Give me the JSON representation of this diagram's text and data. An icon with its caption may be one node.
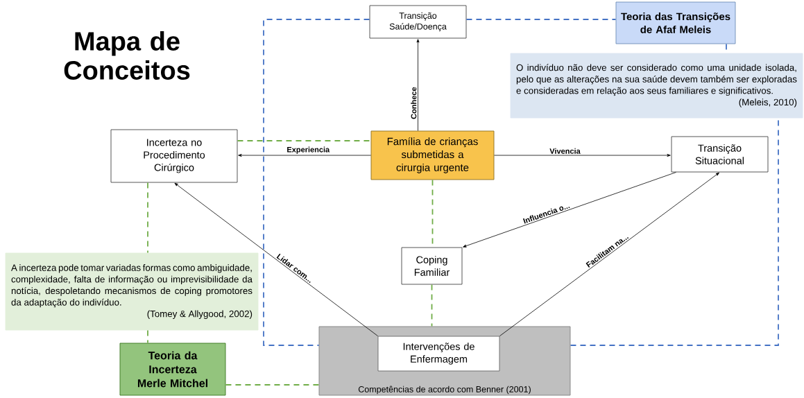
{
  "diagram": {
    "title": "Mapa de Conceitos",
    "nodes": [
      {
        "text": [
          "Transição Saúde/Doença"
        ]
      },
      {
        "text": [
          "Teoria das Transições de Afaf Meleis"
        ]
      },
      {
        "text": [
          "O indivíduo não deve ser considerado como uma unidade isolada, pelo que as alterações na sua saúde devem também ser exploradas e consideradas em relação aos seus familiares e significativos.",
          "(Meleis, 2010)"
        ]
      },
      {
        "text": [
          "Incerteza no Procedimento Cirúrgico"
        ]
      },
      {
        "text": [
          "Família de crianças submetidas a cirurgia urgente"
        ]
      },
      {
        "text": [
          "Transição Situacional"
        ]
      },
      {
        "text": [
          "Coping Familiar"
        ]
      },
      {
        "text": [
          "A incerteza pode tomar variadas formas como ambiguidade, complexidade, falta de informação ou imprevisibilidade da notícia, despoletando mecanismos de coping promotores da adaptação do indivíduo.",
          "(Tomey & Allygood, 2002)"
        ]
      },
      {
        "text": [
          "Competências de acordo com Benner (2001)"
        ]
      },
      {
        "text": [
          "Intervenções de Enfermagem"
        ],
        "in": 8
      },
      {
        "text": [
          "Teoria da Incerteza Merle Mitchel"
        ]
      }
    ],
    "edges": [
      {
        "from": 4,
        "to": 0,
        "arrow": "to",
        "label": "Conhece"
      },
      {
        "from": 4,
        "to": 3,
        "arrow": "to",
        "label": "Experiencia"
      },
      {
        "from": 4,
        "to": 5,
        "arrow": "to",
        "label": "Vivencia"
      },
      {
        "from": 5,
        "to": 6,
        "arrow": "to",
        "label": "Influencia o..."
      },
      {
        "from": 9,
        "to": 3,
        "arrow": "to",
        "label": "Lidar com..."
      },
      {
        "from": 9,
        "to": 5,
        "arrow": "to",
        "label": "Facilitam na..."
      },
      {
        "from": 3,
        "to": 4,
        "arrow": "none",
        "style": "dashed",
        "color": "#70ad47"
      },
      {
        "from": 4,
        "to": 6,
        "arrow": "none",
        "style": "dashed",
        "color": "#70ad47"
      },
      {
        "from": 6,
        "to": 8,
        "arrow": "none",
        "style": "dashed",
        "color": "#70ad47"
      },
      {
        "from": 3,
        "to": 7,
        "arrow": "none",
        "style": "dashed",
        "color": "#70ad47"
      },
      {
        "from": 7,
        "to": 10,
        "arrow": "none",
        "style": "dashed",
        "color": "#70ad47"
      },
      {
        "from": 10,
        "to": 8,
        "arrow": "none",
        "style": "dashed",
        "color": "#70ad47"
      },
      {
        "from": 0,
        "to": 1,
        "arrow": "none",
        "style": "dashed",
        "color": "#4472c4"
      },
      {
        "from": 1,
        "to": 2,
        "arrow": "none",
        "style": "dashed",
        "color": "#4472c4"
      },
      {
        "from": 0,
        "to": 8,
        "arrow": "none",
        "style": "dashed",
        "color": "#4472c4"
      },
      {
        "from": 8,
        "to": 2,
        "arrow": "none",
        "style": "dashed",
        "color": "#4472c4"
      }
    ]
  }
}
